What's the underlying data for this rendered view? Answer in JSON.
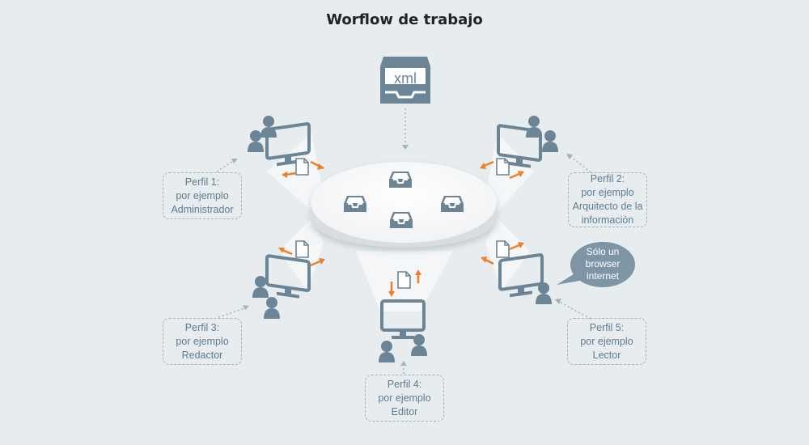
{
  "title": "Worflow de trabajo",
  "central_source": {
    "label": "xml",
    "icon": "inbox-tray-icon"
  },
  "hub": {
    "icons": [
      "inbox-tray-icon",
      "inbox-tray-icon",
      "inbox-tray-icon",
      "inbox-tray-icon"
    ]
  },
  "profiles": [
    {
      "lines": [
        "Perfil 1:",
        "por ejemplo",
        "Administrador"
      ]
    },
    {
      "lines": [
        "Perfil 2:",
        "por ejemplo",
        "Arquitecto de la",
        "informaciòn"
      ]
    },
    {
      "lines": [
        "Perfil 3:",
        "por ejemplo",
        "Redactor"
      ]
    },
    {
      "lines": [
        "Perfil 4:",
        "por ejemplo",
        "Editor"
      ]
    },
    {
      "lines": [
        "Perfil 5:",
        "por ejemplo",
        "Lector"
      ]
    }
  ],
  "bubble": {
    "lines": [
      "Sólo un",
      "browser",
      "internet"
    ]
  },
  "colors": {
    "background": "#e7ecef",
    "icon": "#6b8597",
    "arrow": "#ef7f2b",
    "dashed": "#a3b2bc",
    "text": "#5f7c90"
  }
}
